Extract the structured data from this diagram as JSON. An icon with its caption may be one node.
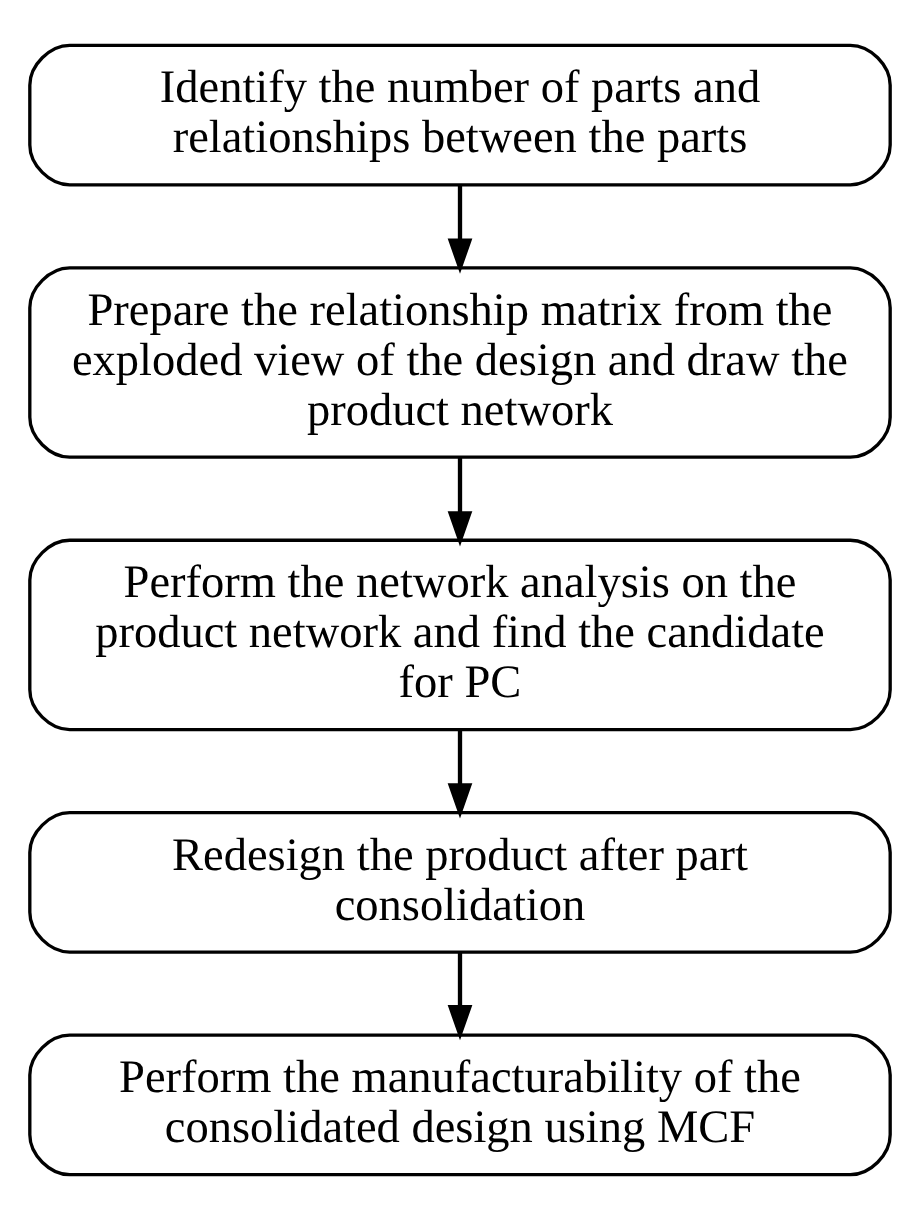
{
  "diagram": {
    "nodes": [
      {
        "text": [
          "Identify the number of parts and relationships between the parts"
        ]
      },
      {
        "text": [
          "Prepare the relationship matrix from the exploded view of the design and draw the product network"
        ]
      },
      {
        "text": [
          "Perform the network analysis on the product network and find the candidate for PC"
        ]
      },
      {
        "text": [
          "Redesign the product after part consolidation"
        ]
      },
      {
        "text": [
          "Perform the manufacturability of the consolidated design using MCF"
        ]
      }
    ],
    "edges": [
      {
        "from": 0,
        "to": 1,
        "arrow": "to"
      },
      {
        "from": 1,
        "to": 2,
        "arrow": "to"
      },
      {
        "from": 2,
        "to": 3,
        "arrow": "to"
      },
      {
        "from": 3,
        "to": 4,
        "arrow": "to"
      }
    ]
  }
}
